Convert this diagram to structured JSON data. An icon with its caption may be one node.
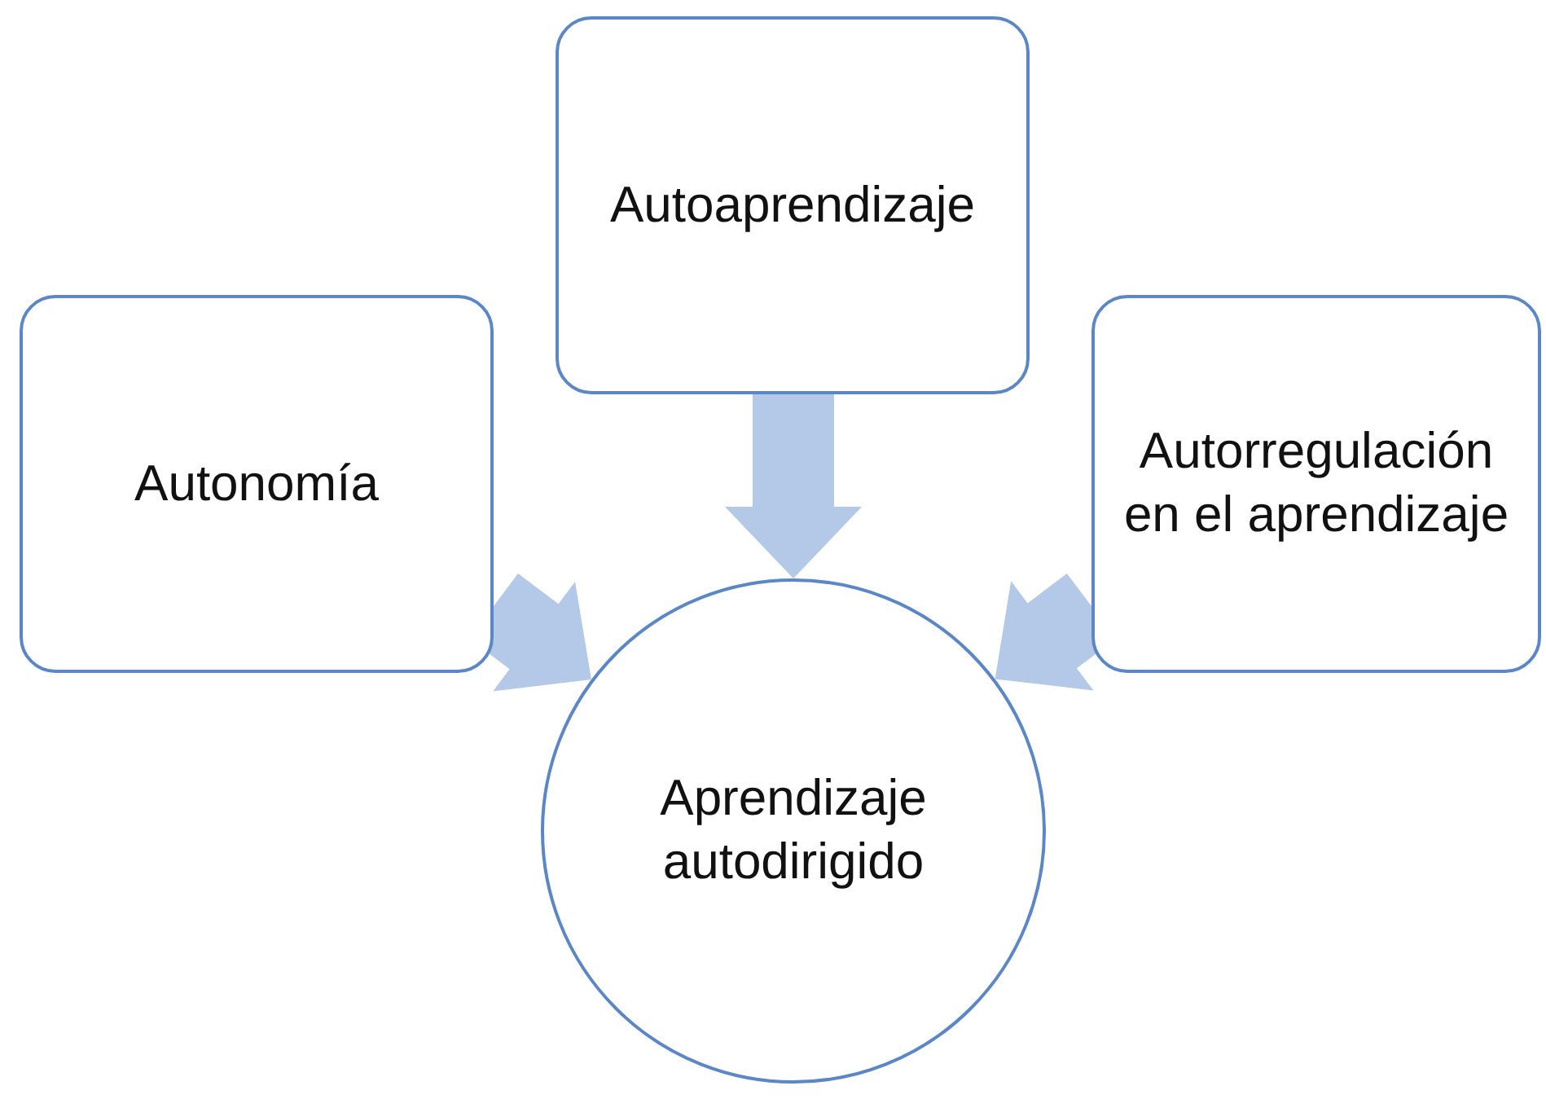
{
  "diagram": {
    "nodes": [
      {
        "text": [
          "Autoaprendizaje"
        ]
      },
      {
        "text": [
          "Autonomía"
        ]
      },
      {
        "text": [
          "Autorregulación en el aprendizaje"
        ]
      },
      {
        "text": [
          "Aprendizaje autodirigido"
        ]
      }
    ],
    "edges": [
      {
        "from": 1,
        "to": 3,
        "arrow": "to"
      },
      {
        "from": 0,
        "to": 3,
        "arrow": "to"
      },
      {
        "from": 2,
        "to": 3,
        "arrow": "to"
      }
    ]
  }
}
